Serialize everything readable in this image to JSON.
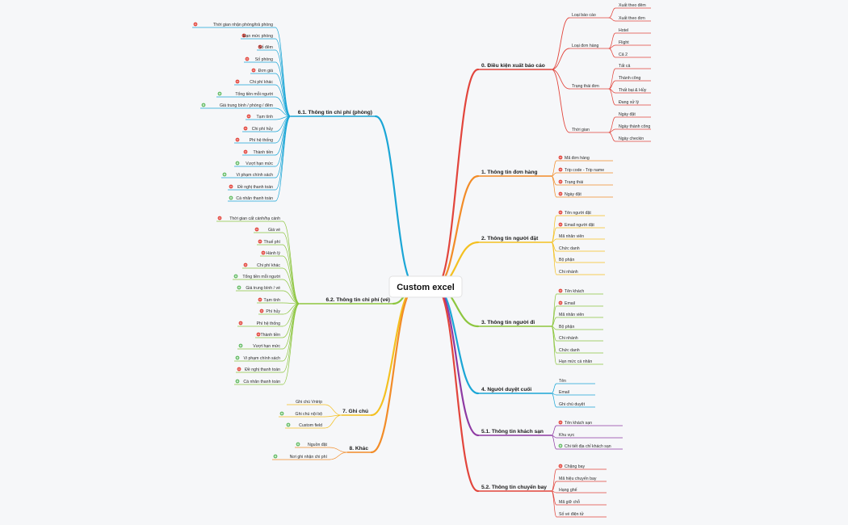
{
  "root": {
    "label": "Custom excel"
  },
  "colors": {
    "red": "#e2453c",
    "orange": "#f28c28",
    "yellow": "#f4c020",
    "green": "#8dc63f",
    "blue": "#1ba6d6",
    "purple": "#8e3aa3",
    "minus": "#e2453c",
    "plus": "#5cb85c"
  },
  "right_branches": [
    {
      "label": "0. Điều kiện xuất báo cáo",
      "color": "#e2453c",
      "children": [
        {
          "label": "Loại báo cáo",
          "children": [
            {
              "label": "Xuất theo đêm"
            },
            {
              "label": "Xuất theo đơn"
            }
          ]
        },
        {
          "label": "Loại đơn hàng",
          "children": [
            {
              "label": "Hotel"
            },
            {
              "label": "Flight"
            },
            {
              "label": "Cả 2"
            }
          ]
        },
        {
          "label": "Trạng thái đơn",
          "children": [
            {
              "label": "Tất cả"
            },
            {
              "label": "Thành công"
            },
            {
              "label": "Thất bại & Hủy"
            },
            {
              "label": "Đang xử lý"
            }
          ]
        },
        {
          "label": "Thời gian",
          "children": [
            {
              "label": "Ngày đặt"
            },
            {
              "label": "Ngày thành công"
            },
            {
              "label": "Ngày checkin"
            }
          ]
        }
      ]
    },
    {
      "label": "1. Thông tin đơn hàng",
      "color": "#f28c28",
      "children": [
        {
          "label": "Mã đơn hàng",
          "mark": "minus"
        },
        {
          "label": "Trip code - Trip name",
          "mark": "minus"
        },
        {
          "label": "Trạng thái",
          "mark": "minus"
        },
        {
          "label": "Ngày đặt",
          "mark": "minus"
        }
      ]
    },
    {
      "label": "2. Thông tin người đặt",
      "color": "#f4c020",
      "children": [
        {
          "label": "Tên người đặt",
          "mark": "minus"
        },
        {
          "label": "Email người đặt",
          "mark": "minus"
        },
        {
          "label": "Mã nhân viên"
        },
        {
          "label": "Chức danh"
        },
        {
          "label": "Bộ phận"
        },
        {
          "label": "Chi nhánh"
        }
      ]
    },
    {
      "label": "3. Thông tin người đi",
      "color": "#8dc63f",
      "children": [
        {
          "label": "Tên khách",
          "mark": "minus"
        },
        {
          "label": "Email",
          "mark": "minus"
        },
        {
          "label": "Mã nhân viên"
        },
        {
          "label": "Bộ phận"
        },
        {
          "label": "Chi nhánh"
        },
        {
          "label": "Chức danh"
        },
        {
          "label": "Hạn mức cá nhân"
        }
      ]
    },
    {
      "label": "4. Người duyệt cuối",
      "color": "#1ba6d6",
      "children": [
        {
          "label": "Tên"
        },
        {
          "label": "Email"
        },
        {
          "label": "Ghi chú duyệt"
        }
      ]
    },
    {
      "label": "5.1. Thông tin khách sạn",
      "color": "#8e3aa3",
      "children": [
        {
          "label": "Tên khách sạn",
          "mark": "minus"
        },
        {
          "label": "Khu vực"
        },
        {
          "label": "Chi tiết địa chỉ khách sạn",
          "mark": "plus"
        }
      ]
    },
    {
      "label": "5.2. Thông tin chuyến bay",
      "color": "#e2453c",
      "children": [
        {
          "label": "Chặng bay",
          "mark": "minus"
        },
        {
          "label": "Mã hiệu chuyến bay"
        },
        {
          "label": "Hạng ghế"
        },
        {
          "label": "Mã giữ chỗ"
        },
        {
          "label": "Số vé điện tử"
        }
      ]
    }
  ],
  "left_branches": [
    {
      "label": "6.1. Thông tin chi phí (phòng)",
      "color": "#1ba6d6",
      "children": [
        {
          "label": "Thời gian nhận phòng/trả phòng",
          "mark": "minus"
        },
        {
          "label": "Hạn mức phòng",
          "mark": "minus"
        },
        {
          "label": "Số đêm",
          "mark": "minus"
        },
        {
          "label": "Số phòng",
          "mark": "minus"
        },
        {
          "label": "Đơn giá",
          "mark": "minus"
        },
        {
          "label": "Chi phí khác",
          "mark": "minus"
        },
        {
          "label": "Tổng tiền mỗi người",
          "mark": "plus"
        },
        {
          "label": "Giá trung bình / phòng / đêm",
          "mark": "plus"
        },
        {
          "label": "Tạm tính",
          "mark": "minus"
        },
        {
          "label": "Chi phí hủy",
          "mark": "minus"
        },
        {
          "label": "Phí hệ thống",
          "mark": "minus"
        },
        {
          "label": "Thành tiền",
          "mark": "minus"
        },
        {
          "label": "Vượt hạn mức",
          "mark": "plus"
        },
        {
          "label": "Vi phạm chính sách",
          "mark": "plus"
        },
        {
          "label": "Đề nghị thanh toán",
          "mark": "minus"
        },
        {
          "label": "Cá nhân thanh toán",
          "mark": "plus"
        }
      ]
    },
    {
      "label": "6.2. Thông tin chi phí (vé)",
      "color": "#8dc63f",
      "children": [
        {
          "label": "Thời gian cất cánh/hạ cánh",
          "mark": "minus"
        },
        {
          "label": "Giá vé",
          "mark": "minus"
        },
        {
          "label": "Thuế phí",
          "mark": "minus"
        },
        {
          "label": "Hành lý",
          "mark": "minus"
        },
        {
          "label": "Chi phí khác",
          "mark": "minus"
        },
        {
          "label": "Tổng tiền mỗi người",
          "mark": "plus"
        },
        {
          "label": "Giá trung bình / vé",
          "mark": "plus"
        },
        {
          "label": "Tạm tính",
          "mark": "minus"
        },
        {
          "label": "Phí hủy",
          "mark": "minus"
        },
        {
          "label": "Phí hệ thống",
          "mark": "minus"
        },
        {
          "label": "Thành tiền",
          "mark": "minus"
        },
        {
          "label": "Vượt hạn mức",
          "mark": "plus"
        },
        {
          "label": "Vi phạm chính sách",
          "mark": "plus"
        },
        {
          "label": "Đề nghị thanh toán",
          "mark": "minus"
        },
        {
          "label": "Cá nhân thanh toán",
          "mark": "plus"
        }
      ]
    },
    {
      "label": "7. Ghi chú",
      "color": "#f4c020",
      "children": [
        {
          "label": "Ghi chú Vntrip"
        },
        {
          "label": "Ghi chú nội bộ",
          "mark": "plus"
        },
        {
          "label": "Custom field",
          "mark": "plus"
        }
      ]
    },
    {
      "label": "8. Khác",
      "color": "#f28c28",
      "children": [
        {
          "label": "Nguồn đặt",
          "mark": "plus"
        },
        {
          "label": "Nơi ghi nhận chi phí",
          "mark": "plus"
        }
      ]
    }
  ]
}
